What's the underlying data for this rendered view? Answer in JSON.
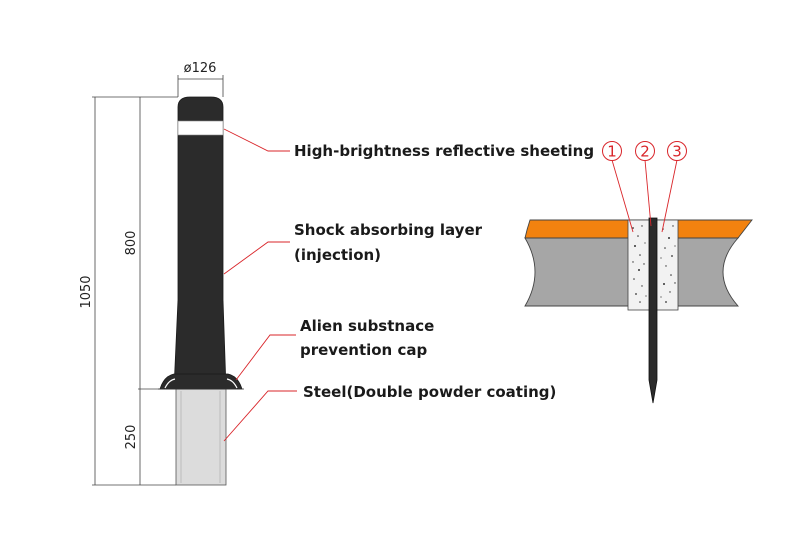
{
  "dimensions": {
    "diameter": "ø126",
    "total_height": "1050",
    "upper_height": "800",
    "lower_height": "250"
  },
  "callouts": {
    "reflective": "High-brightness reflective sheeting",
    "shock_line1": "Shock absorbing layer",
    "shock_line2": "(injection)",
    "alien_line1": "Alien substnace",
    "alien_line2": "prevention cap",
    "steel": "Steel(Double powder coating)"
  },
  "section_numbers": [
    "1",
    "2",
    "3"
  ],
  "colors": {
    "post_body": "#2b2b2b",
    "reflective_band": "#ffffff",
    "steel": "#dcdcdc",
    "leader_lines": "#d9252a",
    "asphalt_layer": "#f2820f",
    "ground": "#a6a6a6",
    "concrete_fill": "#f2f2f2",
    "dimension_lines": "#444444"
  }
}
